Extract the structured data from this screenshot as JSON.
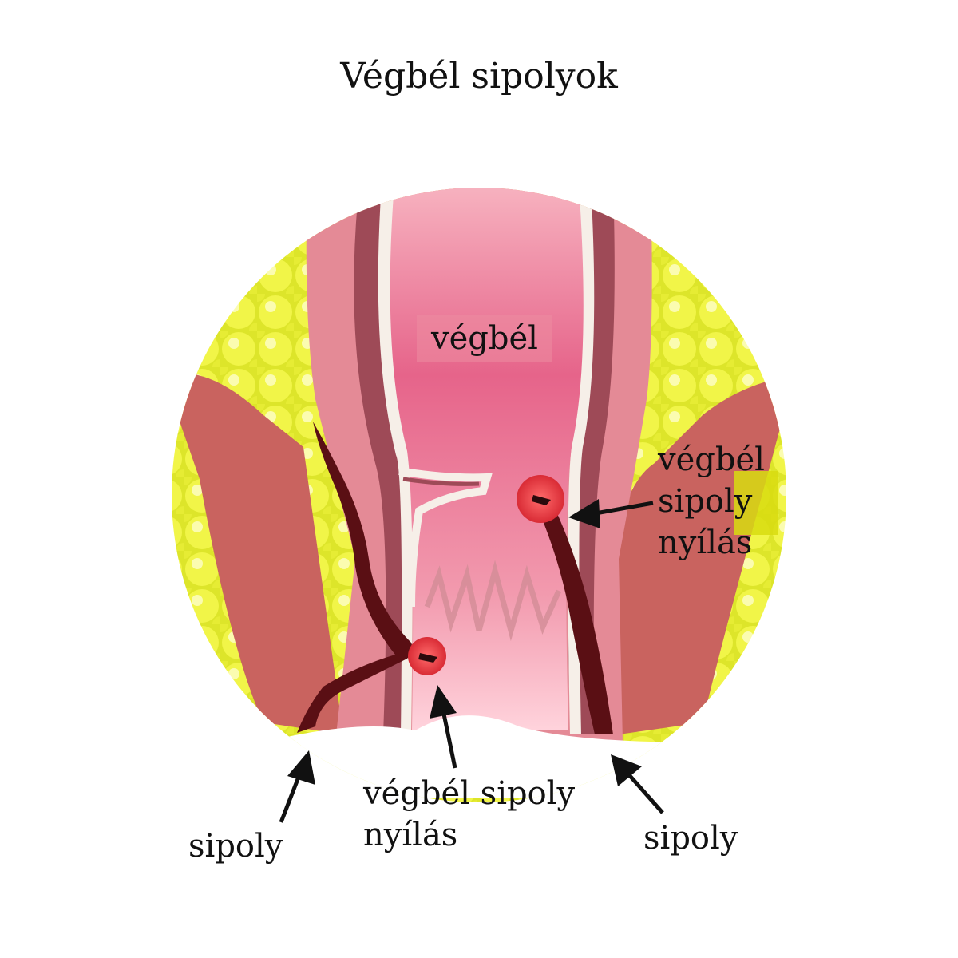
{
  "title": "Végbél sipolyok",
  "labels": {
    "rectum": "végbél",
    "opening_right": [
      "végbél",
      "sipoly",
      "nyílás"
    ],
    "opening_bottom": [
      "végbél sipoly",
      "nyílás"
    ],
    "fistula_left": "sipoly",
    "fistula_right": "sipoly"
  },
  "colors": {
    "fat_yellow": "#eef23a",
    "muscle": "#c9635f",
    "mucosa_pink": "#e8789a",
    "wall_pink": "#e48a96",
    "fistula_dark": "#5a0f14",
    "opening_red": "#e8333c"
  }
}
